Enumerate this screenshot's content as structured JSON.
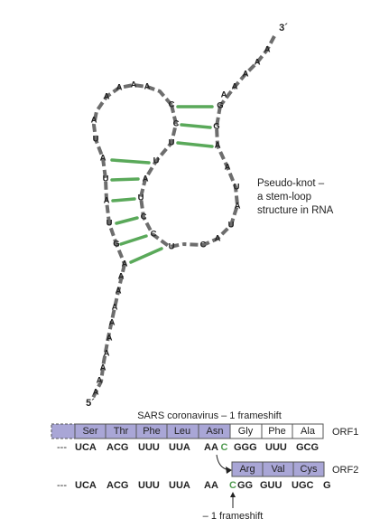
{
  "diagram": {
    "end_3": "3´",
    "end_5": "5´",
    "caption_lines": [
      "Pseudo-knot –",
      "a stem-loop",
      "structure in RNA"
    ],
    "nucleotides": {
      "tail_3": [
        "A",
        "A",
        "A",
        "A",
        "A"
      ],
      "top_loop": [
        "A",
        "A",
        "A",
        "A",
        "C",
        "C",
        "U",
        "U",
        "A"
      ],
      "upper_right_stem": [
        "G",
        "G",
        "A"
      ],
      "right_loop": [
        "A",
        "U",
        "A",
        "U",
        "A",
        "C",
        "U",
        "C"
      ],
      "left_stem": [
        "A",
        "U",
        "A",
        "U",
        "G",
        "G",
        "A"
      ],
      "inner_stem": [
        "U",
        "A",
        "U",
        "C",
        "C"
      ],
      "tail_5": [
        "A",
        "A",
        "A",
        "A",
        "A",
        "A",
        "A",
        "A",
        "A"
      ]
    },
    "colors": {
      "backbone": "#6d6d6d",
      "pairs": "#5aa95a",
      "reading_frame_fill": "#a9a6d6",
      "shifted_base": "#4f9a4f"
    }
  },
  "frameshift": {
    "title": "SARS coronavirus – 1 frameshift",
    "orf1_amino_acids": [
      "Ser",
      "Thr",
      "Phe",
      "Leu",
      "Asn",
      "Gly",
      "Phe",
      "Ala"
    ],
    "orf1_label": "ORF1",
    "orf1_sequence_prefix": "---",
    "orf1_codons": [
      "UCA",
      "ACG",
      "UUU",
      "UUA",
      "AA",
      "C",
      "GGG",
      "UUU",
      "GCG"
    ],
    "orf2_amino_acids": [
      "Arg",
      "Val",
      "Cys"
    ],
    "orf2_label": "ORF2",
    "orf2_sequence_prefix": "---",
    "orf2_codons": [
      "UCA",
      "ACG",
      "UUU",
      "UUA",
      "AA",
      "C",
      "GG",
      "GUU",
      "UGC",
      "G"
    ],
    "frameshift_label": "– 1 frameshift"
  }
}
